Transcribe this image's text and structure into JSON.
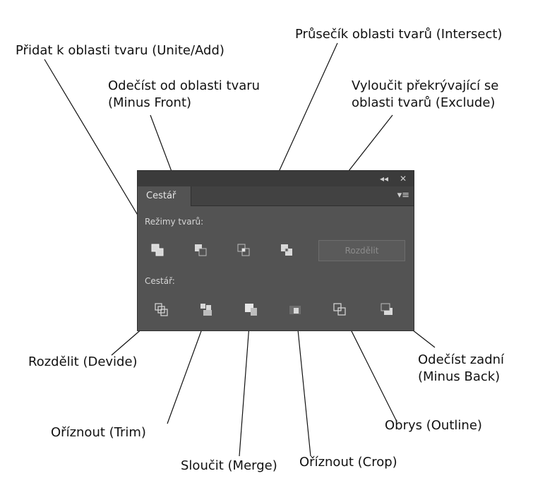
{
  "callouts": [
    {
      "id": "add",
      "lines": [
        "Přidat k oblasti tvaru (Unite/Add)"
      ]
    },
    {
      "id": "minus-front",
      "lines": [
        "Odečíst od oblasti tvaru",
        "(Minus Front)"
      ]
    },
    {
      "id": "intersect",
      "lines": [
        "Průsečík oblasti tvarů (Intersect)"
      ]
    },
    {
      "id": "exclude",
      "lines": [
        "Vyloučit překrývající se",
        "oblasti tvarů (Exclude)"
      ]
    },
    {
      "id": "divide",
      "lines": [
        "Rozdělit (Devide)"
      ]
    },
    {
      "id": "trim",
      "lines": [
        "Oříznout (Trim)"
      ]
    },
    {
      "id": "merge",
      "lines": [
        "Sloučit (Merge)"
      ]
    },
    {
      "id": "crop",
      "lines": [
        "Oříznout (Crop)"
      ]
    },
    {
      "id": "outline",
      "lines": [
        "Obrys (Outline)"
      ]
    },
    {
      "id": "minus-back",
      "lines": [
        "Odečíst zadní",
        "(Minus Back)"
      ]
    }
  ],
  "panel": {
    "collapse_glyph": "◂◂",
    "close_glyph": "✕",
    "tab_label": "Cestář",
    "menu_glyph": "▾≡",
    "shape_modes_label": "Režimy tvarů:",
    "expand_label": "Rozdělit",
    "pathfinders_label": "Cestář:",
    "shape_modes": [
      {
        "id": "unite",
        "icon": "unite-icon"
      },
      {
        "id": "minus-front",
        "icon": "minus-front-icon"
      },
      {
        "id": "intersect",
        "icon": "intersect-icon"
      },
      {
        "id": "exclude",
        "icon": "exclude-icon"
      }
    ],
    "pathfinders": [
      {
        "id": "divide",
        "icon": "divide-icon"
      },
      {
        "id": "trim",
        "icon": "trim-icon"
      },
      {
        "id": "merge",
        "icon": "merge-icon"
      },
      {
        "id": "crop",
        "icon": "crop-icon"
      },
      {
        "id": "outline",
        "icon": "outline-icon"
      },
      {
        "id": "minus-back",
        "icon": "minus-back-icon"
      }
    ]
  }
}
